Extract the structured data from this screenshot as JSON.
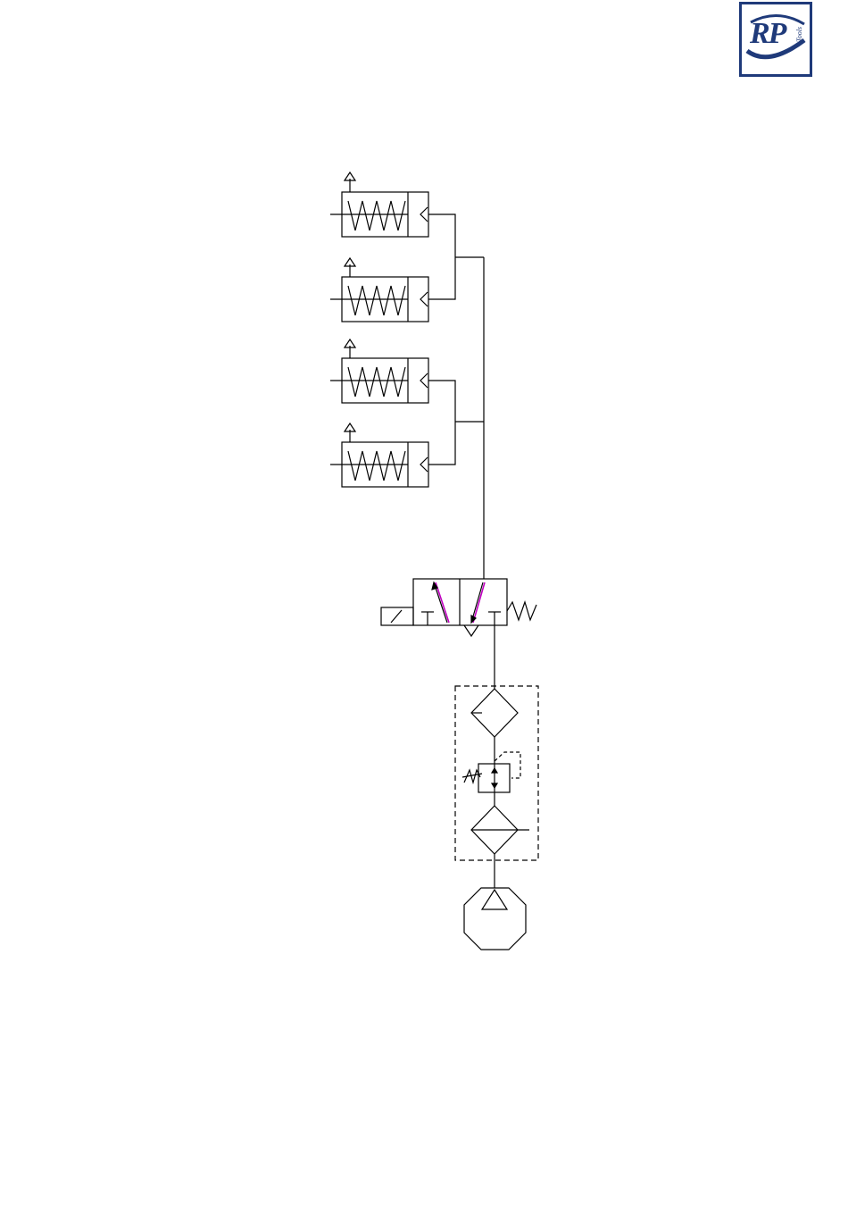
{
  "logo": {
    "initials": "RP",
    "subtext": "Tools",
    "brand_color": "#1f3a7a"
  },
  "diagram": {
    "line_color": "#000000",
    "highlight_color": "#c000c0",
    "cylinders": [
      "single-acting-cylinder-1",
      "single-acting-cylinder-2",
      "single-acting-cylinder-3",
      "single-acting-cylinder-4"
    ],
    "components": [
      "solenoid-valve-3-2",
      "filter",
      "pressure-regulator",
      "filter-separator",
      "compressor"
    ]
  }
}
